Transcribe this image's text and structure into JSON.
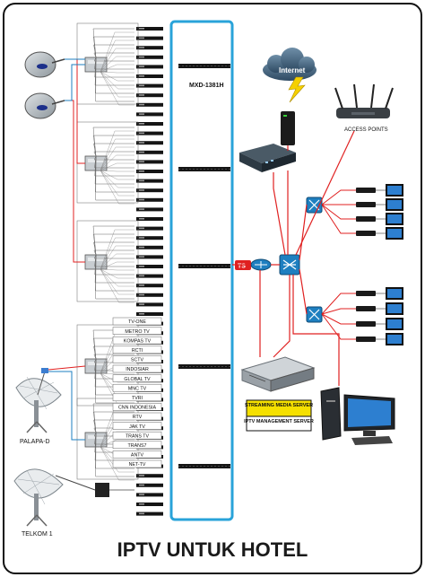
{
  "title": "IPTV UNTUK HOTEL",
  "labels": {
    "internet": "Internet",
    "access_points": "ACCESS POINTS",
    "modulator_model": "MXD-1381H",
    "ts": "TS",
    "streaming_server": "STREAMING MEDIA SERVER",
    "management_server": "IPTV MANAGEMENT SERVER",
    "palapa": "PALAPA-D",
    "telkom": "TELKOM 1"
  },
  "channels": [
    "TV-ONE",
    "METRO TV",
    "KOMPAS TV",
    "RCTI",
    "SCTV",
    "INDOSIAR",
    "GLOBAL TV",
    "MNC TV",
    "TVRI",
    "CNN INDONESIA",
    "RTV",
    "JAK TV",
    "TRANS TV",
    "TRANS7",
    "ANTV",
    "NET-TV"
  ],
  "colors": {
    "accent_blue": "#29a3d9",
    "connection_red": "#e02020",
    "server_label_bg": "#f5e000",
    "switch_blue": "#1e7fc0"
  }
}
